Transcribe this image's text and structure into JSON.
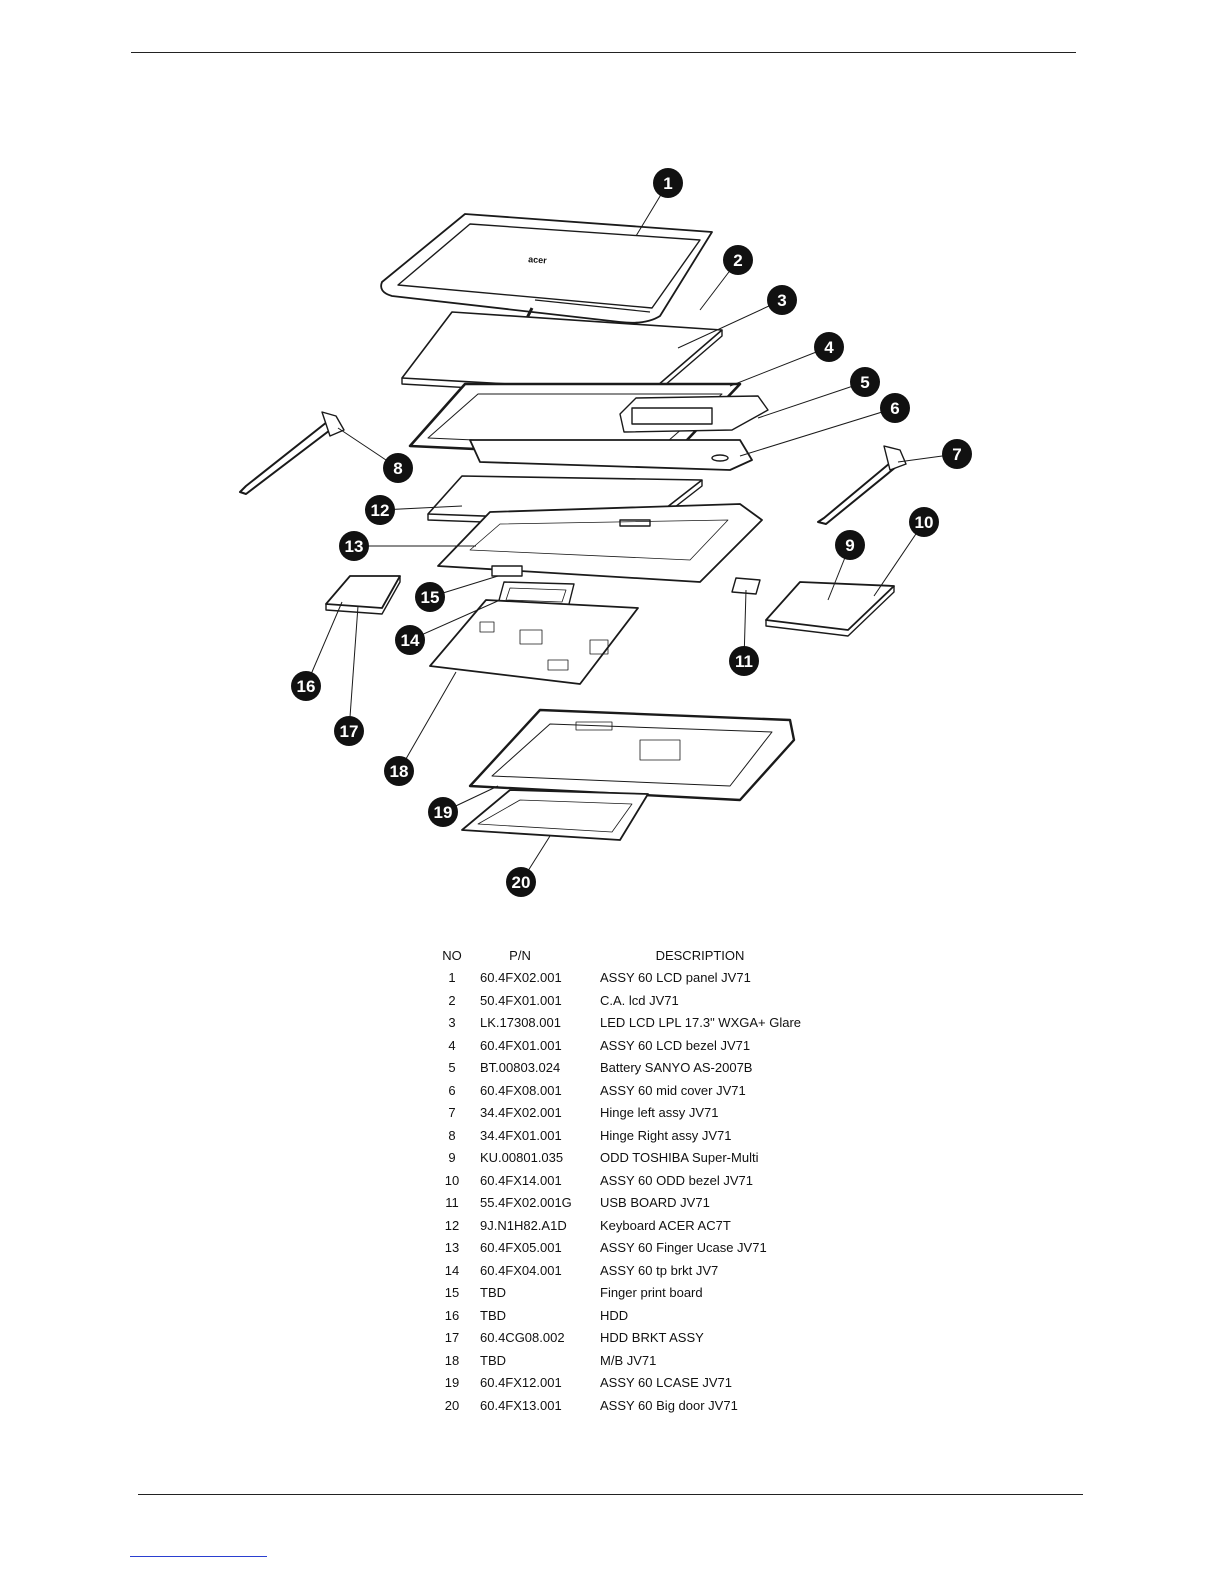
{
  "table": {
    "headers": {
      "no": "NO",
      "pn": "P/N",
      "description": "DESCRIPTION"
    },
    "rows": [
      {
        "no": "1",
        "pn": "60.4FX02.001",
        "description": "ASSY 60 LCD panel JV71"
      },
      {
        "no": "2",
        "pn": "50.4FX01.001",
        "description": "C.A. lcd JV71"
      },
      {
        "no": "3",
        "pn": "LK.17308.001",
        "description": "LED LCD LPL 17.3\" WXGA+ Glare"
      },
      {
        "no": "4",
        "pn": "60.4FX01.001",
        "description": "ASSY 60 LCD bezel JV71"
      },
      {
        "no": "5",
        "pn": "BT.00803.024",
        "description": "Battery SANYO AS-2007B"
      },
      {
        "no": "6",
        "pn": "60.4FX08.001",
        "description": "ASSY 60 mid cover JV71"
      },
      {
        "no": "7",
        "pn": "34.4FX02.001",
        "description": "Hinge left  assy JV71"
      },
      {
        "no": "8",
        "pn": "34.4FX01.001",
        "description": "Hinge Right assy JV71"
      },
      {
        "no": "9",
        "pn": "KU.00801.035",
        "description": "ODD TOSHIBA Super-Multi"
      },
      {
        "no": "10",
        "pn": "60.4FX14.001",
        "description": "ASSY 60 ODD bezel JV71"
      },
      {
        "no": "11",
        "pn": "55.4FX02.001G",
        "description": "USB BOARD JV71"
      },
      {
        "no": "12",
        "pn": "9J.N1H82.A1D",
        "description": "Keyboard ACER AC7T"
      },
      {
        "no": "13",
        "pn": "60.4FX05.001",
        "description": "ASSY 60 Finger Ucase JV71"
      },
      {
        "no": "14",
        "pn": "60.4FX04.001",
        "description": "ASSY 60 tp brkt JV7"
      },
      {
        "no": "15",
        "pn": "TBD",
        "description": "Finger print board"
      },
      {
        "no": "16",
        "pn": "TBD",
        "description": "HDD"
      },
      {
        "no": "17",
        "pn": "60.4CG08.002",
        "description": "HDD BRKT ASSY"
      },
      {
        "no": "18",
        "pn": "TBD",
        "description": "M/B JV71"
      },
      {
        "no": "19",
        "pn": "60.4FX12.001",
        "description": "ASSY 60 LCASE JV71"
      },
      {
        "no": "20",
        "pn": "60.4FX13.001",
        "description": "ASSY 60 Big door JV71"
      }
    ]
  },
  "diagram": {
    "callouts": [
      "1",
      "2",
      "3",
      "4",
      "5",
      "6",
      "7",
      "8",
      "9",
      "10",
      "11",
      "12",
      "13",
      "14",
      "15",
      "16",
      "17",
      "18",
      "19",
      "20"
    ],
    "logo_text": "acer"
  }
}
